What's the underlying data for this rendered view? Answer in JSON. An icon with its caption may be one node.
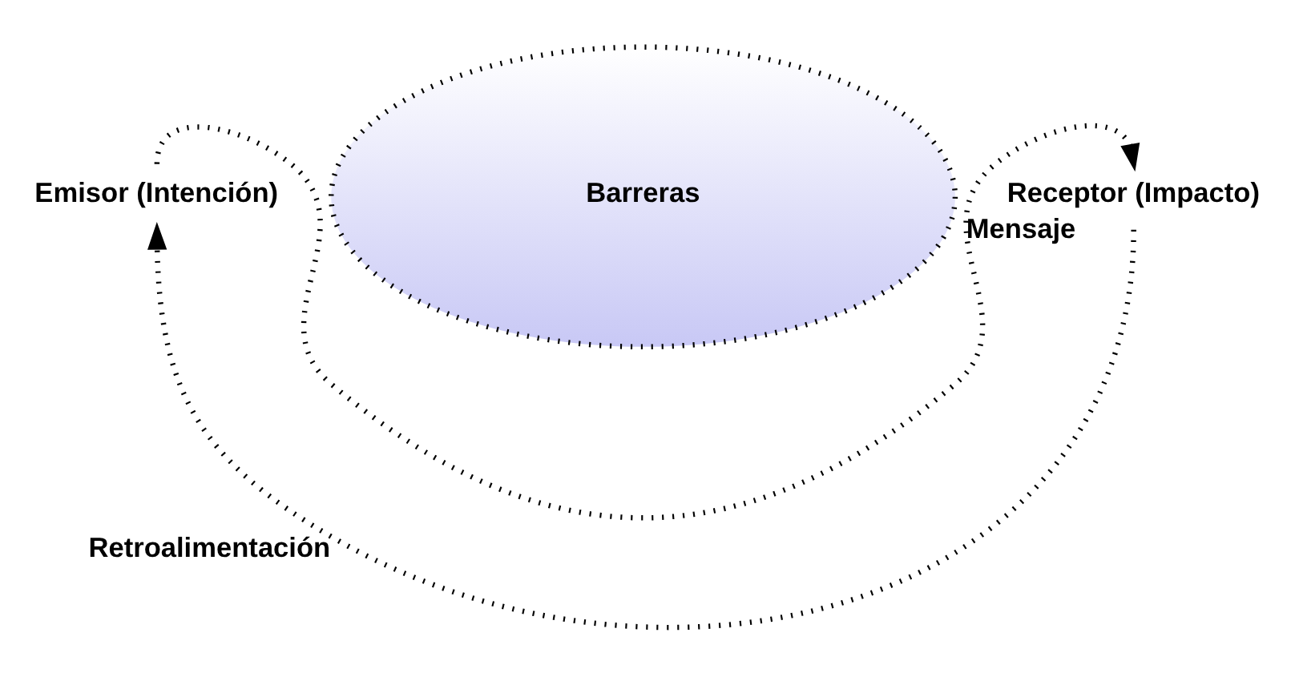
{
  "diagram": {
    "nodes": [
      {
        "text": [
          "Emisor (Intención)"
        ]
      },
      {
        "text": [
          "Barreras"
        ]
      },
      {
        "text": [
          "Receptor (Impacto)"
        ]
      }
    ],
    "edges": [
      {
        "from": 0,
        "to": 2,
        "arrow": "to",
        "label": "Mensaje",
        "style": "dashed"
      },
      {
        "from": 2,
        "to": 0,
        "arrow": "to",
        "label": "Retroalimentación",
        "style": "dashed"
      }
    ]
  }
}
